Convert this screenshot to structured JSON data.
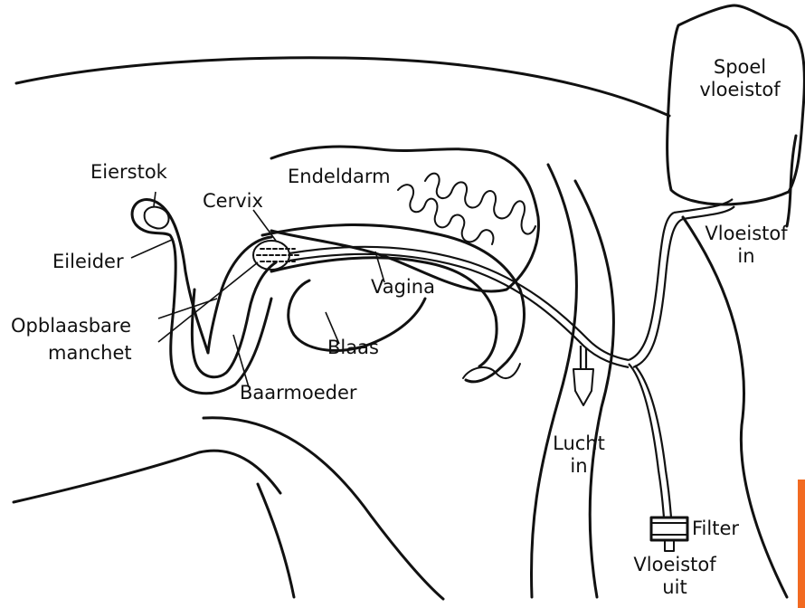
{
  "labels": {
    "eierstok": "Eierstok",
    "endeldarm": "Endeldarm",
    "cervix": "Cervix",
    "eileider": "Eileider",
    "vagina": "Vagina",
    "opblaasbare_line1": "Opblaasbare",
    "opblaasbare_line2": "manchet",
    "blaas": "Blaas",
    "baarmoeder": "Baarmoeder",
    "spoel_line1": "Spoel",
    "spoel_line2": "vloeistof",
    "vloeistof_in_line1": "Vloeistof",
    "vloeistof_in_line2": "in",
    "lucht_line1": "Lucht",
    "lucht_line2": "in",
    "filter": "Filter",
    "vloeistof_uit_line1": "Vloeistof",
    "vloeistof_uit_line2": "uit"
  },
  "colors": {
    "ink": "#111111",
    "accent_bar": "#f26a21"
  }
}
